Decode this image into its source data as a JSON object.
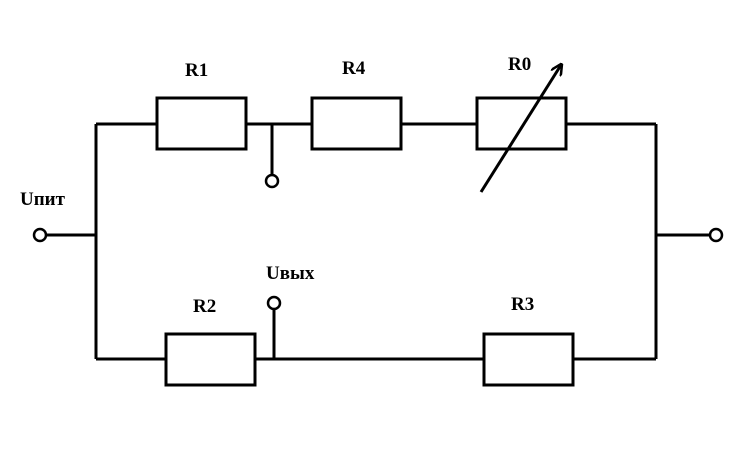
{
  "labels": {
    "r1": "R1",
    "r4": "R4",
    "r0": "R0",
    "r2": "R2",
    "r3": "R3",
    "u_supply": "Uпит",
    "u_out": "Uвых"
  },
  "colors": {
    "line": "#000000",
    "background": "#ffffff"
  }
}
